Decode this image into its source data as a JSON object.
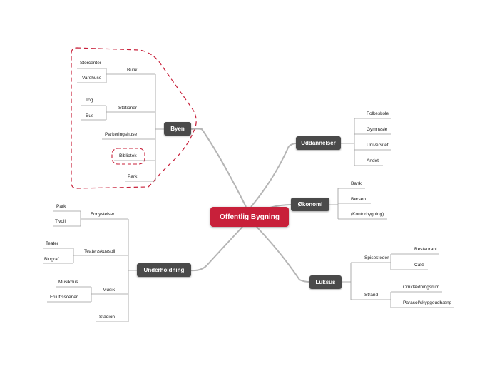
{
  "central": "Offentlig Bygning",
  "byen": {
    "label": "Byen",
    "butik": "Butik",
    "storcenter": "Storcenter",
    "varehuse": "Varehuse",
    "stationer": "Stationer",
    "tog": "Tog",
    "bus": "Bus",
    "parkeringshuse": "Parkeringshuse",
    "bibliotek": "Bibliotek",
    "park": "Park"
  },
  "uddannelser": {
    "label": "Uddannelser",
    "items": [
      "Folkeskole",
      "Gymnasie",
      "Universitet",
      "Andet"
    ]
  },
  "okonomi": {
    "label": "Økonomi",
    "items": [
      "Bank",
      "Børsen",
      "(Kontorbygning)"
    ]
  },
  "luksus": {
    "label": "Luksus",
    "spisesteder": "Spisesteder",
    "restaurant": "Restaurant",
    "cafe": "Café",
    "strand": "Strand",
    "omkladningsrum": "Omklædningsrum",
    "parasol": "Parasol/skyggeudhæng"
  },
  "underholdning": {
    "label": "Underholdning",
    "forlystelser": "Forlystelser",
    "park": "Park",
    "tivoli": "Tivoli",
    "teater_skuespil": "Teater/skuespil",
    "teater": "Teater",
    "biograf": "Biograf",
    "musik": "Musik",
    "musikhus": "Musikhus",
    "friluftsscener": "Friluftsscener",
    "stadion": "Stadion"
  },
  "colors": {
    "central": "#c8203a",
    "node": "#4a4a4a",
    "boundary": "#c8203a"
  }
}
